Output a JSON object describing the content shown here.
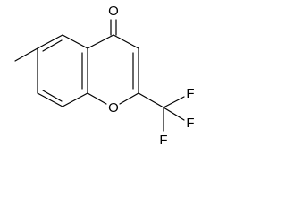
{
  "molecule": {
    "atoms": {
      "carbonyl_oxygen": "O",
      "ring_oxygen": "O",
      "fluorine_top": "F",
      "fluorine_right": "F",
      "fluorine_bottom": "F"
    }
  },
  "colors": {
    "background": "#ffffff",
    "bond": "#000000",
    "text": "#000000"
  }
}
